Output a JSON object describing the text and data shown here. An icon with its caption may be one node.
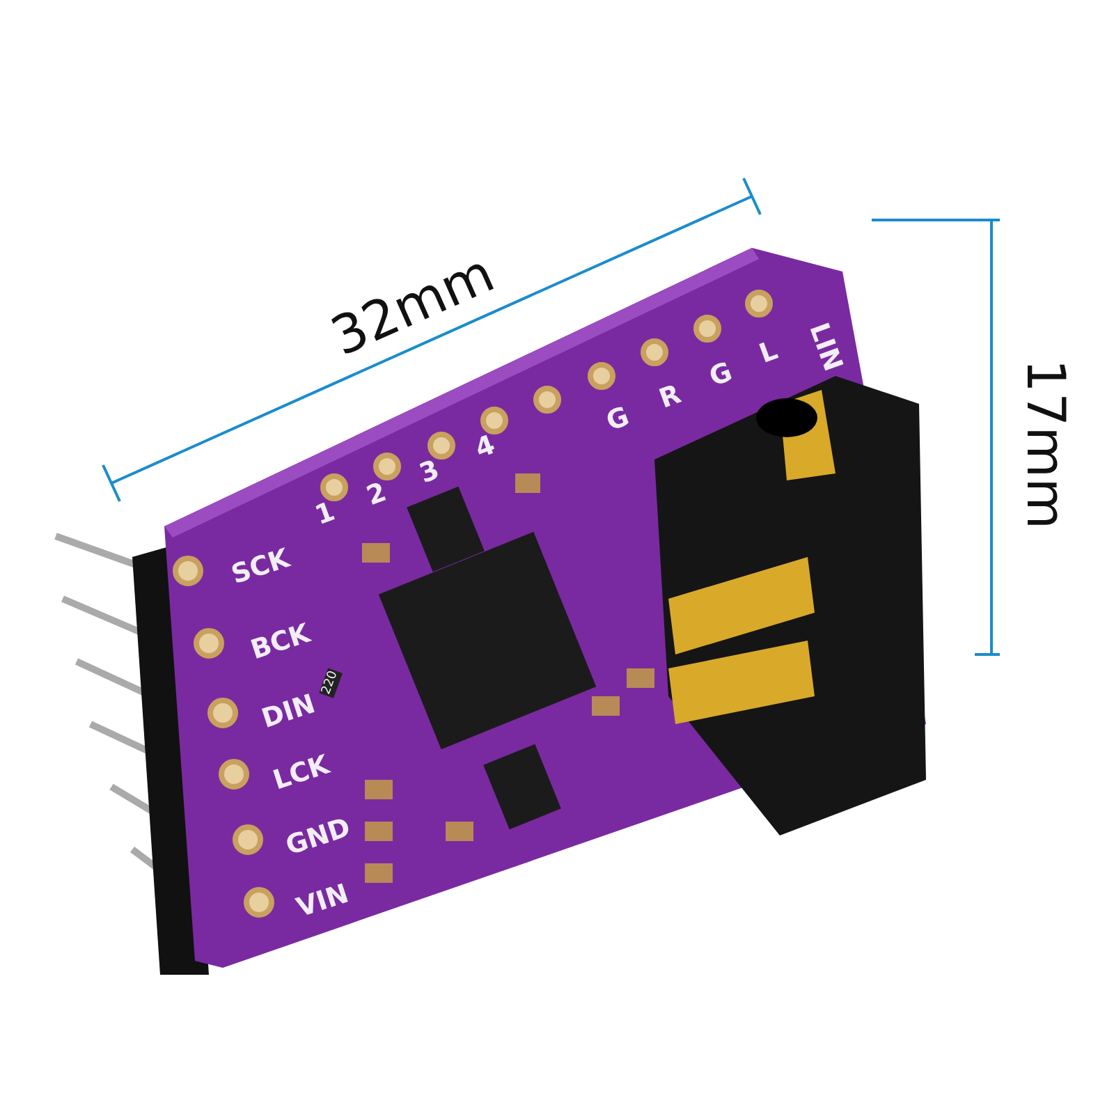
{
  "diagram": {
    "labels": [
      "32mm",
      "17mm",
      "1",
      "2",
      "3",
      "4",
      "G",
      "R",
      "G",
      "L",
      "LIN",
      "SCK",
      "BCK",
      "DIN",
      "220",
      "LCK",
      "GND",
      "VIN"
    ]
  }
}
